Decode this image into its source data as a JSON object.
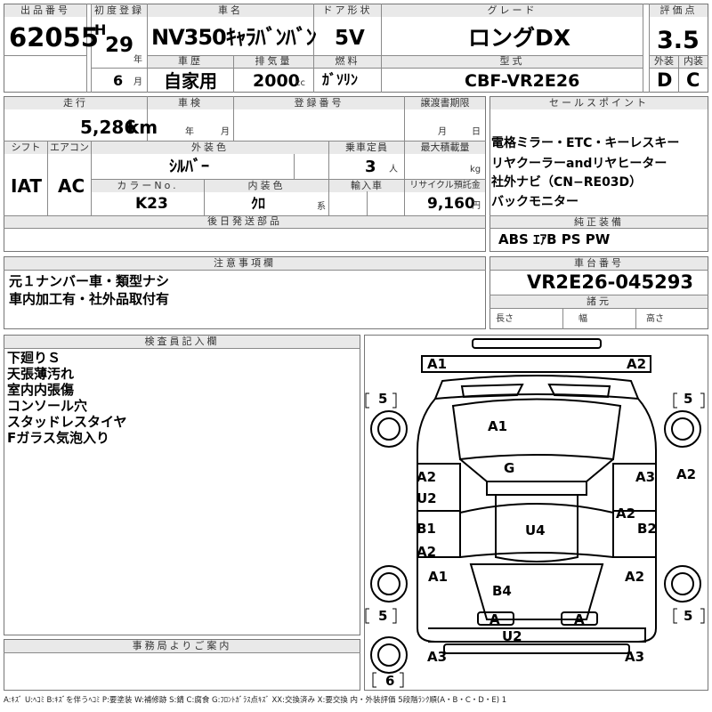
{
  "headers": {
    "lot_no": "出品番号",
    "first_reg": "初度登録",
    "car_name": "車名",
    "door": "ドア形状",
    "grade": "グレード",
    "score": "評価点",
    "history": "車歴",
    "displacement": "排気量",
    "fuel": "燃料",
    "model": "型式",
    "exterior": "外装",
    "interior": "内装",
    "mileage": "走行",
    "inspection": "車検",
    "reg_no": "登録番号",
    "transfer": "譲渡書期限",
    "sales_points": "セールスポイント",
    "shift": "シフト",
    "aircon": "エアコン",
    "ext_color": "外装色",
    "capacity": "乗車定員",
    "max_load": "最大積載量",
    "color_no": "カラーNo.",
    "int_color": "内装色",
    "import": "輸入車",
    "recycle": "リサイクル預託金",
    "later_parts": "後日発送部品",
    "genuine": "純正装備",
    "notes": "注意事項欄",
    "chassis": "車台番号",
    "specs": "諸元",
    "inspector": "検査員記入欄",
    "office": "事務局よりご案内"
  },
  "lot_no": "62055",
  "era": "H",
  "year": "29",
  "year_unit": "年",
  "month": "6",
  "month_unit": "月",
  "car_name": "NV350ｷｬﾗﾊﾞﾝﾊﾞﾝ",
  "door": "5V",
  "grade": "ロングDX",
  "score": "3.5",
  "history": "自家用",
  "displacement": "2000",
  "displacement_unit": "cc",
  "fuel": "ｶﾞｿﾘﾝ",
  "model": "CBF-VR2E26",
  "exterior_score": "D",
  "interior_score": "C",
  "mileage": "5,286",
  "mileage_unit": "km",
  "inspection_year_unit": "年",
  "inspection_month_unit": "月",
  "transfer_month": "月",
  "transfer_day": "日",
  "sales_points": [
    "電格ミラー・ETC・キーレスキー",
    "リヤクーラーandリヤヒーター",
    "社外ナビ（CN−RE03D）",
    "バックモニター"
  ],
  "shift": "IAT",
  "aircon": "AC",
  "ext_color": "ｼﾙﾊﾞｰ",
  "capacity": "3",
  "capacity_unit": "人",
  "max_load_unit": "kg",
  "color_no": "K23",
  "int_color": "ｸﾛ",
  "int_color_unit": "系",
  "recycle": "9,160",
  "recycle_unit": "円",
  "genuine": "ABS ｴｱB PS PW",
  "notes": [
    "元１ナンバー車・類型ナシ",
    "車内加工有・社外品取付有"
  ],
  "chassis": "VR2E26-045293",
  "spec_labels": {
    "length": "長さ",
    "width": "幅",
    "height": "高さ"
  },
  "inspector_notes": [
    "下廻りＳ",
    "天張薄汚れ",
    "室内内張傷",
    "コンソール穴",
    "スタッドレスタイヤ",
    "Fガラス気泡入り"
  ],
  "damage_labels": {
    "front_left": "A1",
    "front_right": "A2",
    "tire_fl": "5",
    "tire_fr": "5",
    "tire_rl": "5",
    "tire_rr": "5",
    "spare": "6",
    "hood": "A1",
    "roof": "G",
    "left_front_door_a": "A2",
    "left_front_door_u": "U2",
    "left_rear_b": "B1",
    "left_rear_a": "A2",
    "left_quarter": "A1",
    "right_front_door": "A3",
    "right_fender": "A2",
    "right_slide": "A2",
    "right_rear": "B2",
    "right_quarter": "A2",
    "floor": "U4",
    "back_door": "B4",
    "rear_lamp_l": "A",
    "rear_lamp_r": "A",
    "rear_bumper": "U2",
    "rear_left": "A3",
    "rear_right": "A3"
  },
  "legend": "A:ｷｽﾞ U:ﾍｺﾐ B:ｷｽﾞを伴うﾍｺﾐ P:要塗装 W:補修跡 S:錆 C:腐食 G:ﾌﾛﾝﾄｶﾞﾗｽ点ｷｽﾞ XX:交換済み X:要交換 内・外装評価 5段階ﾗﾝｸ順(A・B・C・D・E) 1"
}
